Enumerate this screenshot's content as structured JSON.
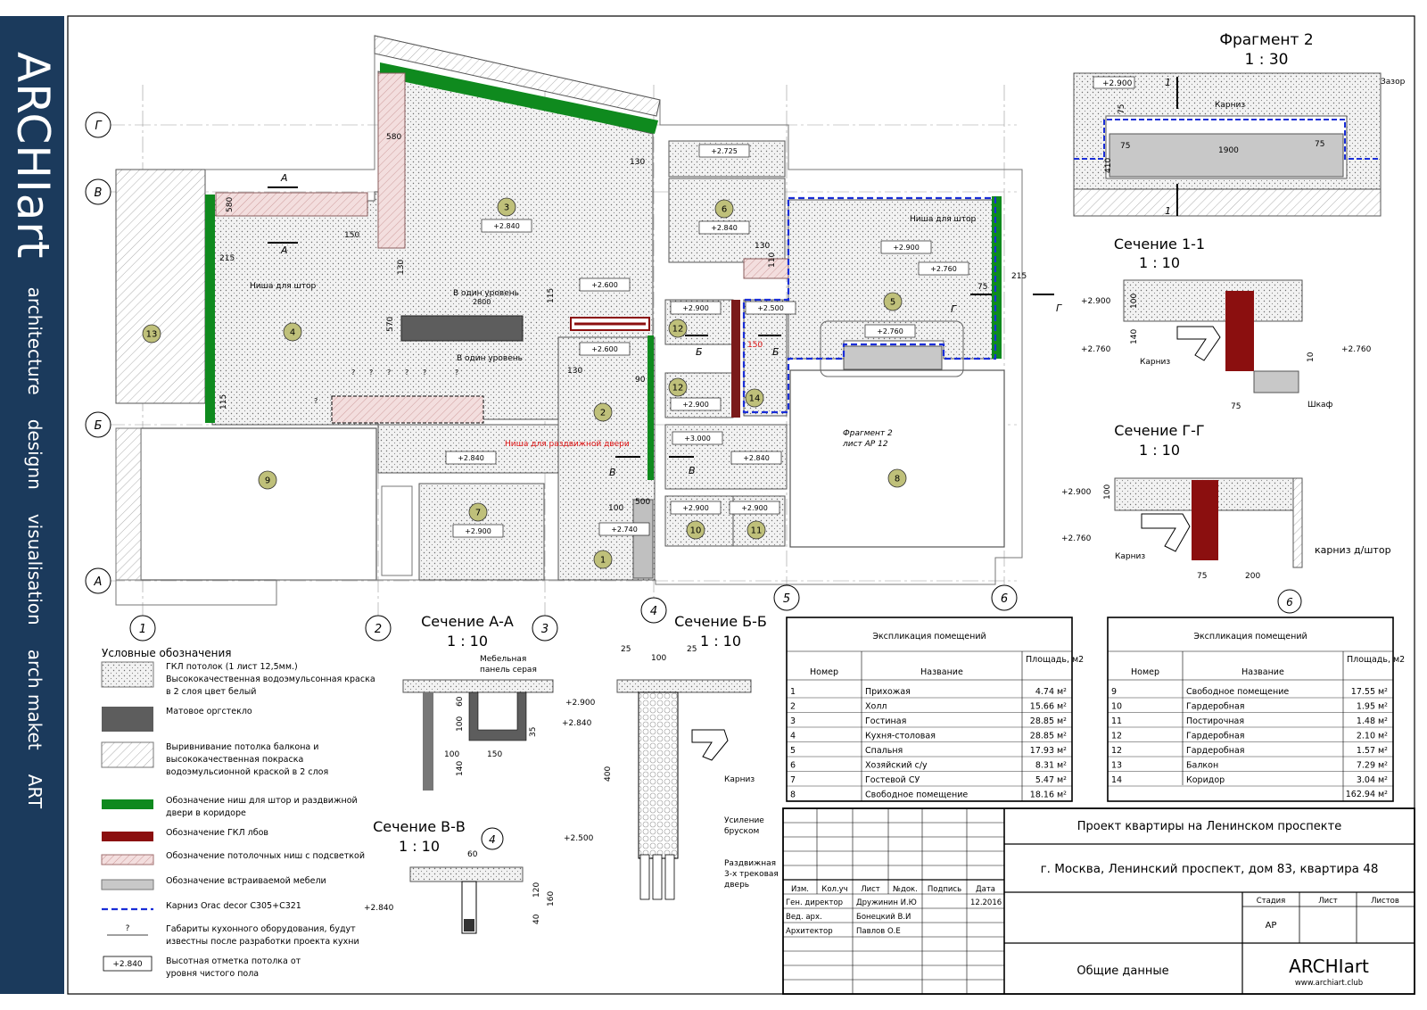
{
  "brand": {
    "name": "ARCHIart",
    "tags": [
      "architecture",
      "designn",
      "visualisation",
      "arch maket",
      "ART"
    ]
  },
  "grid": {
    "rows": [
      "Г",
      "В",
      "Б",
      "А"
    ],
    "cols": [
      "1",
      "2",
      "3",
      "4",
      "5",
      "6"
    ]
  },
  "rooms": [
    {
      "n": "1",
      "h": "+2.740"
    },
    {
      "n": "2",
      "h": "+2.600"
    },
    {
      "n": "3",
      "h": "+2.840"
    },
    {
      "n": "4",
      "h": "+2.600"
    },
    {
      "n": "5",
      "h": "+2.900"
    },
    {
      "n": "6",
      "h": "+2.840"
    },
    {
      "n": "7",
      "h": "+2.900"
    },
    {
      "n": "8",
      "h": ""
    },
    {
      "n": "9",
      "h": ""
    },
    {
      "n": "10",
      "h": "+2.900"
    },
    {
      "n": "11",
      "h": "+2.900"
    },
    {
      "n": "12",
      "h": "+2.900"
    },
    {
      "n": "12",
      "h": "+2.900"
    },
    {
      "n": "13",
      "h": ""
    },
    {
      "n": "14",
      "h": "+2.500"
    }
  ],
  "plan_labels": {
    "niche_curtain": "Ниша для штор",
    "niche_curtain_2": "Ниша для штор",
    "niche_sliding": "Ниша для раздвижной двери",
    "one_level_1": "В один уровень",
    "one_level_2": "В один уровень",
    "frag_ref_1": "Фрагмент 2",
    "frag_ref_2": "лист АР 12",
    "h_2725": "+2.725",
    "h_2840a": "+2.840",
    "h_2600b": "+2.600",
    "h_3000": "+3.000",
    "h_2840b": "+2.840",
    "h_2760a": "+2.760",
    "h_2760b": "+2.760",
    "h_2840c": "+2.840",
    "dim_580a": "580",
    "dim_580b": "580",
    "dim_215a": "215",
    "dim_215b": "215",
    "dim_115": "115",
    "dim_150a": "150",
    "dim_130a": "130",
    "dim_130b": "130",
    "dim_130c": "130",
    "dim_130d": "130",
    "dim_570": "570",
    "dim_2800": "2800",
    "dim_115b": "115",
    "dim_90": "90",
    "dim_100": "100",
    "dim_500": "500",
    "dim_110": "110",
    "dim_75": "75",
    "dim_150b": "150",
    "sec_a": "А",
    "sec_b": "Б",
    "sec_v": "В",
    "sec_g": "Г",
    "q": "?"
  },
  "fragment2": {
    "title": "Фрагмент 2",
    "scale": "1 : 30",
    "labels": {
      "level": "+2.900",
      "cornice": "Карниз",
      "gap": "Зазор",
      "d1900": "1900",
      "d75a": "75",
      "d75b": "75",
      "d75c": "75",
      "d410": "410",
      "cut": "1"
    }
  },
  "sec11": {
    "title": "Сечение 1-1",
    "scale": "1 : 10",
    "labels": {
      "h2900": "+2.900",
      "h2760a": "+2.760",
      "h2760b": "+2.760",
      "d100": "100",
      "d140": "140",
      "d10": "10",
      "d75": "75",
      "cornice": "Карниз",
      "cabinet": "Шкаф"
    }
  },
  "secGG": {
    "title": "Сечение Г-Г",
    "scale": "1 : 10",
    "labels": {
      "h2900": "+2.900",
      "h2760": "+2.760",
      "d100": "100",
      "d75": "75",
      "d200": "200",
      "cornice": "Карниз",
      "cornice_curtain": "карниз д/штор",
      "axis": "6"
    }
  },
  "secAA": {
    "title": "Сечение А-А",
    "scale": "1 : 10",
    "labels": {
      "panel1": "Мебельная",
      "panel2": "панель серая",
      "h2900": "+2.900",
      "h2840": "+2.840",
      "d60": "60",
      "d100a": "100",
      "d35": "35",
      "d100b": "100",
      "d150": "150",
      "d140": "140"
    }
  },
  "secBB": {
    "title": "Сечение Б-Б",
    "scale": "1 : 10",
    "labels": {
      "d25a": "25",
      "d100": "100",
      "d25b": "25",
      "d400": "400",
      "h2500": "+2.500",
      "cornice": "Карниз",
      "reinf1": "Усиление",
      "reinf2": "бруском",
      "door1": "Раздвижная",
      "door2": "3-х трековая",
      "door3": "дверь"
    }
  },
  "secVV": {
    "title": "Сечение В-В",
    "scale": "1 : 10",
    "labels": {
      "axis": "4",
      "d60": "60",
      "h2840": "+2.840",
      "d120": "120",
      "d160": "160",
      "d40": "40"
    }
  },
  "legend": {
    "title": "Условные обозначения",
    "items": [
      {
        "lines": [
          "ГКЛ потолок (1 лист 12,5мм.)",
          "Высококачественная водоэмульсонная краска",
          "в 2 слоя цвет белый"
        ],
        "sym": "dots"
      },
      {
        "lines": [
          "Матовое оргстекло"
        ],
        "sym": "dark"
      },
      {
        "lines": [
          "Выривнивание потолка балкона и",
          "высококачественная покраска",
          "водоэмульсионной краской в 2 слоя"
        ],
        "sym": "hatch"
      },
      {
        "lines": [
          "Обозначение ниш для штор и раздвижной",
          "двери в коридоре"
        ],
        "sym": "green"
      },
      {
        "lines": [
          "Обозначение ГКЛ лбов"
        ],
        "sym": "maroon"
      },
      {
        "lines": [
          "Обозначение потолочных ниш с подсветкой"
        ],
        "sym": "pink"
      },
      {
        "lines": [
          "Обозначение встраиваемой мебели"
        ],
        "sym": "grey"
      },
      {
        "lines": [
          "Карниз Orac decor C305+C321"
        ],
        "sym": "dash"
      },
      {
        "lines": [
          "Габариты кухонного оборудования, будут",
          "известны после разработки проекта кухни"
        ],
        "sym": "q"
      },
      {
        "lines": [
          "Высотная отметка потолка от",
          "уровня чистого пола"
        ],
        "sym": "level"
      }
    ],
    "q_mark": "?",
    "level_value": "+2.840"
  },
  "explication": {
    "title": "Экспликация помещений",
    "headers": [
      "Номер",
      "Название",
      "Площадь, м2"
    ],
    "left": [
      [
        "1",
        "Прихожая",
        "4.74 м²"
      ],
      [
        "2",
        "Холл",
        "15.66 м²"
      ],
      [
        "3",
        "Гостиная",
        "28.85 м²"
      ],
      [
        "4",
        "Кухня-столовая",
        "28.85 м²"
      ],
      [
        "5",
        "Спальня",
        "17.93 м²"
      ],
      [
        "6",
        "Хозяйский с/у",
        "8.31 м²"
      ],
      [
        "7",
        "Гостевой СУ",
        "5.47 м²"
      ],
      [
        "8",
        "Свободное помещение",
        "18.16 м²"
      ]
    ],
    "right": [
      [
        "9",
        "Свободное помещение",
        "17.55 м²"
      ],
      [
        "10",
        "Гардеробная",
        "1.95 м²"
      ],
      [
        "11",
        "Постирочная",
        "1.48 м²"
      ],
      [
        "12",
        "Гардеробная",
        "2.10 м²"
      ],
      [
        "12",
        "Гардеробная",
        "1.57 м²"
      ],
      [
        "13",
        "Балкон",
        "7.29 м²"
      ],
      [
        "14",
        "Коридор",
        "3.04 м²"
      ]
    ],
    "total": "162.94 м²"
  },
  "titleblock": {
    "project": "Проект квартиры на Ленинском проспекте",
    "address": "г. Москва, Ленинский проспект, дом 83, квартира 48",
    "cols": [
      "Изм.",
      "Кол.уч",
      "Лист",
      "№док.",
      "Подпись",
      "Дата"
    ],
    "people": [
      [
        "Ген. директор",
        "Дружинин И.Ю"
      ],
      [
        "Вед. арх.",
        "Бонецкий В.И"
      ],
      [
        "Архитектор",
        "Павлов О.Е"
      ]
    ],
    "date": "12.2016",
    "stage_h": "Стадия",
    "sheet_h": "Лист",
    "sheets_h": "Листов",
    "stage": "АР",
    "sheet_name": "Общие данные",
    "company": "ARCHIart",
    "site": "www.archiart.club"
  },
  "colors": {
    "sidebar": "#1b3a5c",
    "green": "#0f8a1e",
    "maroon": "#8b0f0f",
    "pink": "#d9a3a3",
    "grey": "#c8c8c8",
    "dark": "#5d5d5d",
    "dash": "#1a2ed8",
    "circle": "#bfc07a",
    "red": "#e01010"
  }
}
